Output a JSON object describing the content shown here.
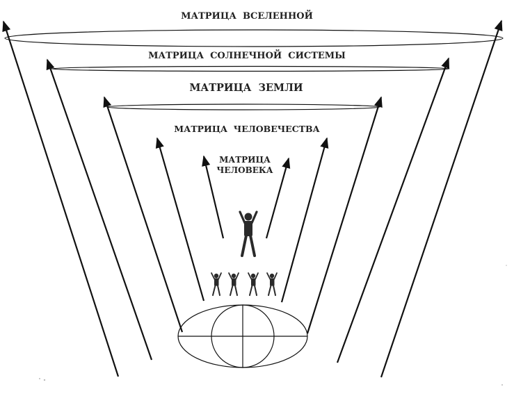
{
  "levels": {
    "universe": "МАТРИЦА  ВСЕЛЕННОЙ",
    "solar": "МАТРИЦА  СОЛНЕЧНОЙ  СИСТЕМЫ",
    "earth": "МАТРИЦА  ЗЕМЛИ",
    "humanity": "МАТРИЦА  ЧЕЛОВЕЧЕСТВА",
    "human_line1": "МАТРИЦА",
    "human_line2": "ЧЕЛОВЕКА"
  },
  "colors": {
    "ink": "#111111",
    "label": "#222222",
    "figure": "#2a2a2a"
  },
  "icons": [
    "arrow-icon",
    "globe-icon",
    "human-figure-icon"
  ]
}
